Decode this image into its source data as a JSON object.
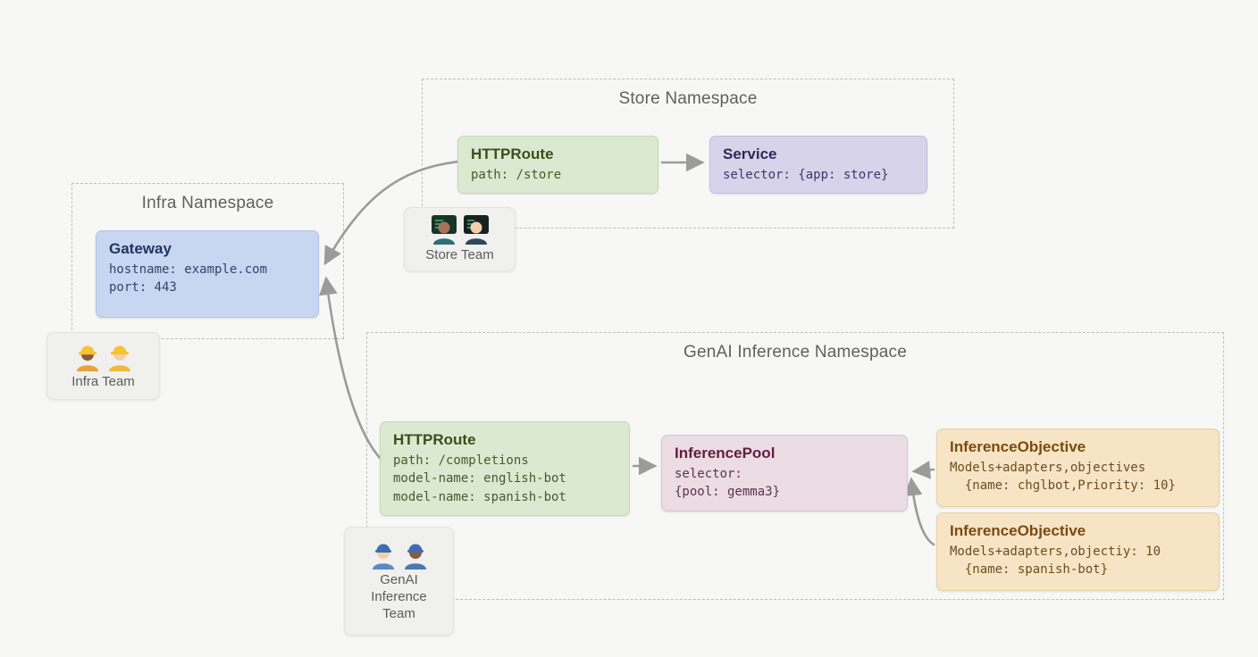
{
  "colors": {
    "canvas-bg": "#f7f8f6",
    "ns-border": "#bdbdbd",
    "ns-title": "#5f5f5f",
    "arrow": "#9b9b9b",
    "gateway-bg": "#c8d6f1",
    "gateway-border": "#afc2e4",
    "gateway-title": "#1d3563",
    "gateway-text": "#33436b",
    "route-bg": "#dce9d1",
    "route-border": "#c5d8b5",
    "route-title": "#3a4f1c",
    "route-text": "#465a2b",
    "service-bg": "#d7d3eb",
    "service-border": "#c3bce0",
    "service-title": "#2e2a56",
    "service-text": "#3d3767",
    "pool-bg": "#ecdce4",
    "pool-border": "#d9c3d0",
    "pool-title": "#601f3e",
    "pool-text": "#5c3349",
    "objective-bg": "#f6e4c5",
    "objective-border": "#e8d1aa",
    "objective-title": "#7b4a10",
    "objective-text": "#6e4d20",
    "team-bg": "#f0f0ee",
    "team-border": "#e2e2e0",
    "team-text": "#5b5b5b"
  },
  "infra_ns": {
    "title": "Infra Namespace",
    "gateway": {
      "title": "Gateway",
      "lines": [
        "hostname: example.com",
        "port: 443"
      ]
    },
    "team": {
      "label": "Infra Team",
      "icon": "construction-workers-icon"
    }
  },
  "store_ns": {
    "title": "Store Namespace",
    "httproute": {
      "title": "HTTPRoute",
      "lines": [
        "path: /store"
      ]
    },
    "service": {
      "title": "Service",
      "lines": [
        "selector: {app: store}"
      ]
    },
    "team": {
      "label": "Store Team",
      "icon": "technologists-icon"
    }
  },
  "genai_ns": {
    "title": "GenAI Inference Namespace",
    "httproute": {
      "title": "HTTPRoute",
      "lines": [
        "path: /completions",
        "model-name: english-bot",
        "model-name: spanish-bot"
      ]
    },
    "inference_pool": {
      "title": "InferencePool",
      "lines": [
        "selector:",
        "{pool: gemma3}"
      ]
    },
    "objectives": [
      {
        "title": "InferenceObjective",
        "lines": [
          "Models+adapters,objectives",
          "  {name: chglbot,Priority: 10}"
        ]
      },
      {
        "title": "InferenceObjective",
        "lines": [
          "Models+adapters,objectiy: 10",
          "  {name: spanish-bot}"
        ]
      }
    ],
    "team": {
      "label": "GenAI\nInference\nTeam",
      "icon": "mechanics-icon"
    }
  }
}
